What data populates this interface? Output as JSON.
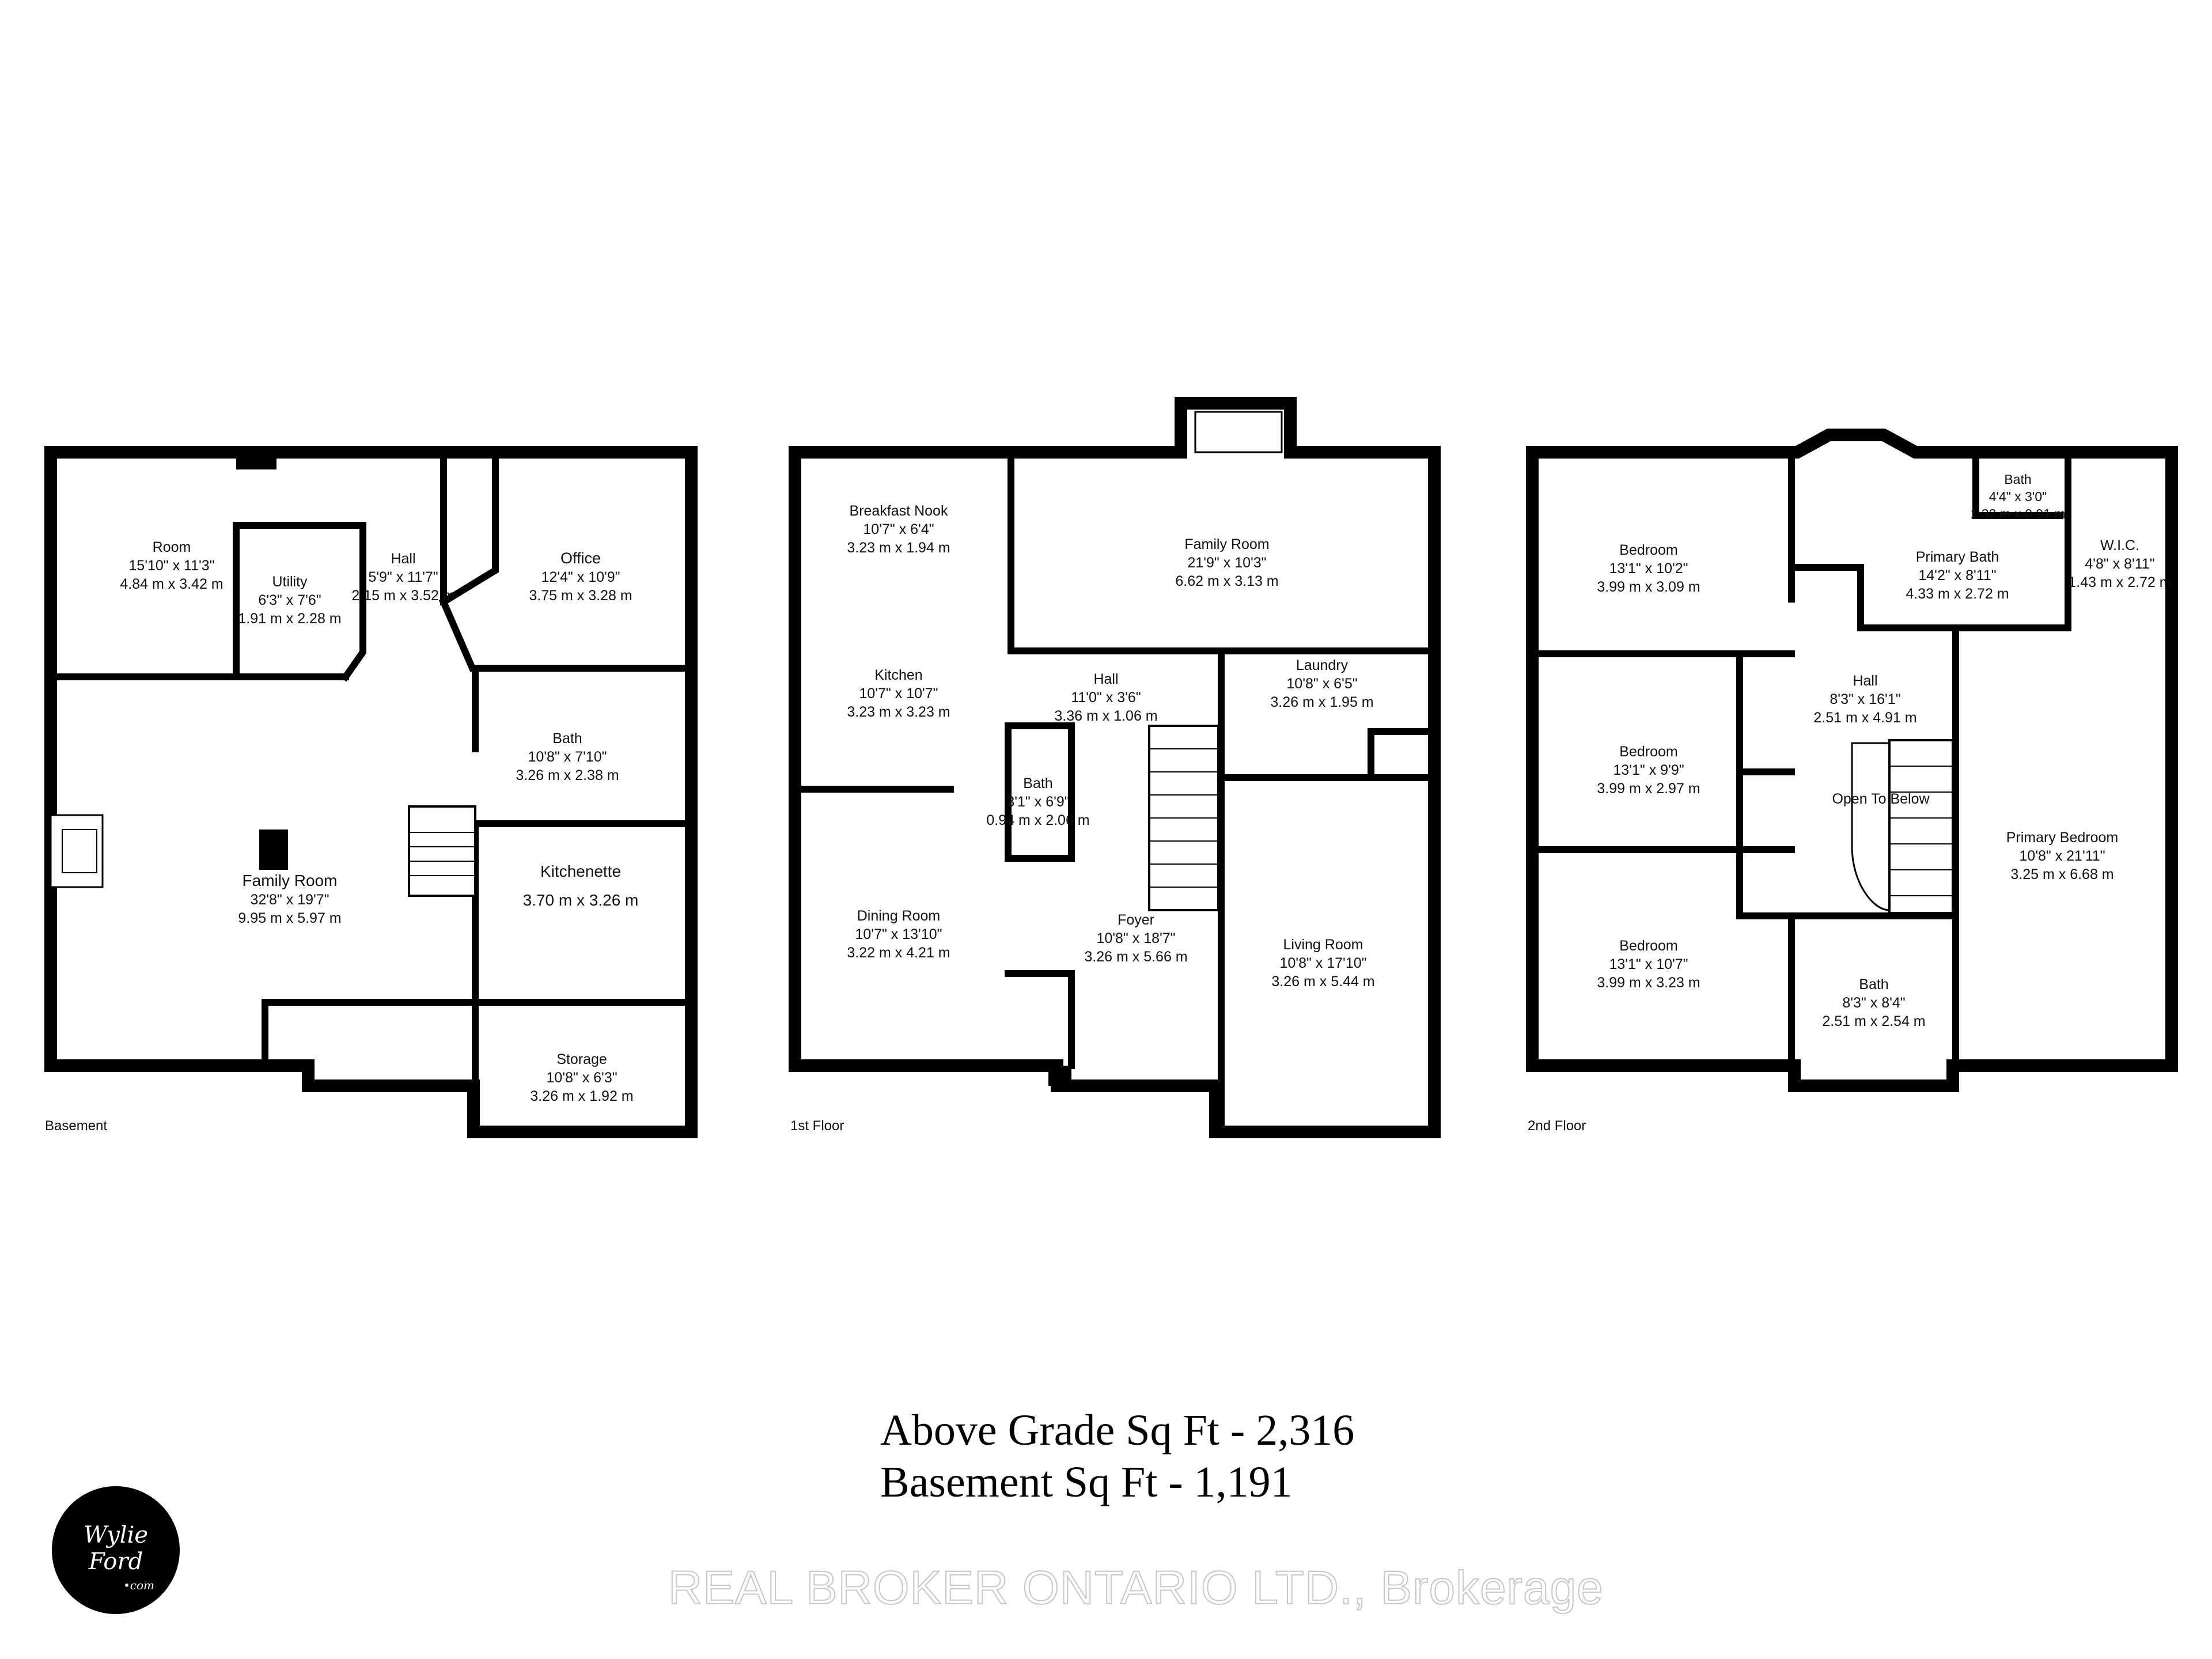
{
  "floors": [
    {
      "id": "basement",
      "label": "Basement",
      "rooms": [
        {
          "id": "room",
          "name": "Room",
          "imperial": "15'10\" x 11'3\"",
          "metric": "4.84 m x 3.42 m"
        },
        {
          "id": "utility",
          "name": "Utility",
          "imperial": "6'3\" x 7'6\"",
          "metric": "1.91 m x 2.28 m"
        },
        {
          "id": "hall",
          "name": "Hall",
          "imperial": "5'9\" x 11'7\"",
          "metric": "2.15 m x 3.52 m"
        },
        {
          "id": "office",
          "name": "Office",
          "imperial": "12'4\" x 10'9\"",
          "metric": "3.75 m x 3.28 m"
        },
        {
          "id": "bath",
          "name": "Bath",
          "imperial": "10'8\" x 7'10\"",
          "metric": "3.26 m x 2.38 m"
        },
        {
          "id": "family-room",
          "name": "Family Room",
          "imperial": "32'8\" x 19'7\"",
          "metric": "9.95 m x 5.97 m"
        },
        {
          "id": "kitchenette",
          "name": "Kitchenette",
          "imperial": "",
          "metric": "3.70 m x 3.26 m"
        },
        {
          "id": "storage",
          "name": "Storage",
          "imperial": "10'8\" x 6'3\"",
          "metric": "3.26 m x 1.92 m"
        }
      ]
    },
    {
      "id": "first-floor",
      "label": "1st Floor",
      "rooms": [
        {
          "id": "breakfast-nook",
          "name": "Breakfast Nook",
          "imperial": "10'7\" x 6'4\"",
          "metric": "3.23 m x 1.94 m"
        },
        {
          "id": "family-room",
          "name": "Family Room",
          "imperial": "21'9\" x 10'3\"",
          "metric": "6.62 m x 3.13 m"
        },
        {
          "id": "kitchen",
          "name": "Kitchen",
          "imperial": "10'7\" x 10'7\"",
          "metric": "3.23 m x 3.23 m"
        },
        {
          "id": "hall",
          "name": "Hall",
          "imperial": "11'0\" x 3'6\"",
          "metric": "3.36 m x 1.06 m"
        },
        {
          "id": "laundry",
          "name": "Laundry",
          "imperial": "10'8\" x 6'5\"",
          "metric": "3.26 m x 1.95 m"
        },
        {
          "id": "bath",
          "name": "Bath",
          "imperial": "3'1\" x 6'9\"",
          "metric": "0.94 m x 2.06 m"
        },
        {
          "id": "dining-room",
          "name": "Dining Room",
          "imperial": "10'7\" x 13'10\"",
          "metric": "3.22 m x 4.21 m"
        },
        {
          "id": "foyer",
          "name": "Foyer",
          "imperial": "10'8\" x 18'7\"",
          "metric": "3.26 m x 5.66 m"
        },
        {
          "id": "living-room",
          "name": "Living Room",
          "imperial": "10'8\" x 17'10\"",
          "metric": "3.26 m x 5.44 m"
        }
      ]
    },
    {
      "id": "second-floor",
      "label": "2nd Floor",
      "rooms": [
        {
          "id": "bedroom-1",
          "name": "Bedroom",
          "imperial": "13'1\" x 10'2\"",
          "metric": "3.99 m x 3.09 m"
        },
        {
          "id": "bath-small",
          "name": "Bath",
          "imperial": "4'4\" x 3'0\"",
          "metric": "1.32 m x 0.91 m"
        },
        {
          "id": "primary-bath",
          "name": "Primary Bath",
          "imperial": "14'2\" x 8'11\"",
          "metric": "4.33 m x 2.72 m"
        },
        {
          "id": "wic",
          "name": "W.I.C.",
          "imperial": "4'8\" x 8'11\"",
          "metric": "1.43 m x 2.72 m"
        },
        {
          "id": "bedroom-2",
          "name": "Bedroom",
          "imperial": "13'1\" x 9'9\"",
          "metric": "3.99 m x 2.97 m"
        },
        {
          "id": "hall",
          "name": "Hall",
          "imperial": "8'3\" x 16'1\"",
          "metric": "2.51 m x 4.91 m"
        },
        {
          "id": "open-to-below",
          "name": "Open To Below",
          "imperial": "",
          "metric": ""
        },
        {
          "id": "primary-bedroom",
          "name": "Primary Bedroom",
          "imperial": "10'8\" x 21'11\"",
          "metric": "3.25 m x 6.68 m"
        },
        {
          "id": "bedroom-3",
          "name": "Bedroom",
          "imperial": "13'1\" x 10'7\"",
          "metric": "3.99 m x 3.23 m"
        },
        {
          "id": "bath",
          "name": "Bath",
          "imperial": "8'3\" x 8'4\"",
          "metric": "2.51 m x 2.54 m"
        }
      ]
    }
  ],
  "summary": {
    "above_grade": "Above Grade Sq Ft - 2,316",
    "basement": "Basement Sq Ft - 1,191"
  },
  "logo": {
    "line1": "Wylie",
    "line2": "Ford",
    "line3": "•com"
  },
  "brokerage": "REAL BROKER ONTARIO LTD., Brokerage"
}
